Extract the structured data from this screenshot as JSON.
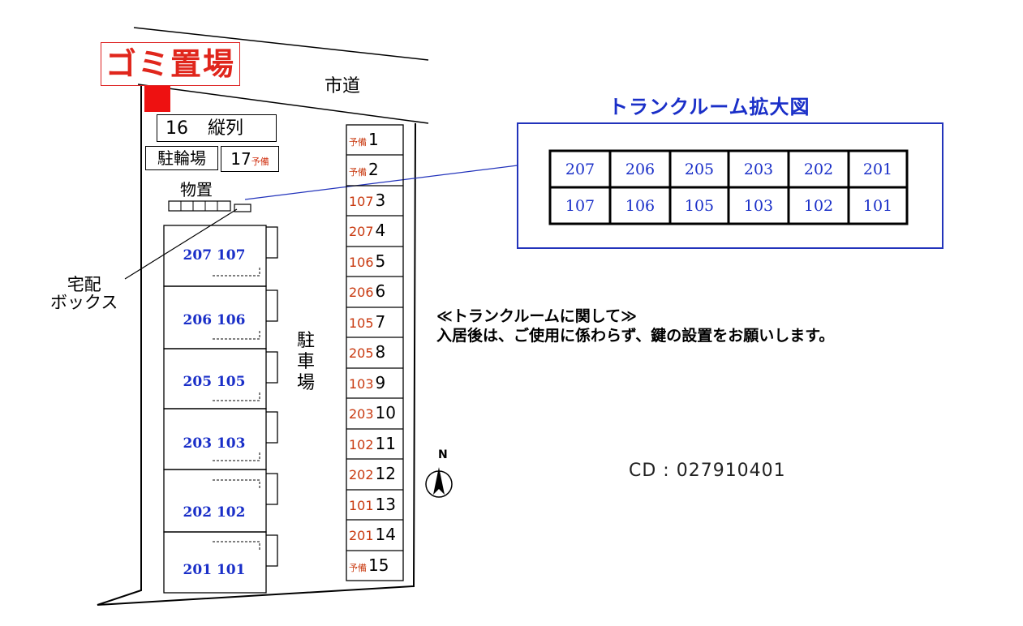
{
  "garbage_area": {
    "label": "ゴミ置場",
    "color": "#e0261c"
  },
  "road": {
    "label": "市道"
  },
  "vertical_parking": {
    "number": "16",
    "label": "縦列"
  },
  "bike_parking": {
    "label": "駐輪場"
  },
  "spare_17": {
    "number": "17",
    "tag": "予備"
  },
  "storage": {
    "label": "物置"
  },
  "delivery_box": {
    "line1": "宅配",
    "line2": "ボックス"
  },
  "units": [
    "207 107",
    "206 106",
    "205 105",
    "203 103",
    "202 102",
    "201 101"
  ],
  "parking_label": [
    "駐",
    "車",
    "場"
  ],
  "slots": [
    {
      "owner": "予備",
      "num": "1"
    },
    {
      "owner": "予備",
      "num": "2"
    },
    {
      "owner": "107",
      "num": "3"
    },
    {
      "owner": "207",
      "num": "4"
    },
    {
      "owner": "106",
      "num": "5"
    },
    {
      "owner": "206",
      "num": "6"
    },
    {
      "owner": "105",
      "num": "7"
    },
    {
      "owner": "205",
      "num": "8"
    },
    {
      "owner": "103",
      "num": "9"
    },
    {
      "owner": "203",
      "num": "10"
    },
    {
      "owner": "102",
      "num": "11"
    },
    {
      "owner": "202",
      "num": "12"
    },
    {
      "owner": "101",
      "num": "13"
    },
    {
      "owner": "201",
      "num": "14"
    },
    {
      "owner": "予備",
      "num": "15"
    }
  ],
  "trunk_room": {
    "title": "トランクルーム拡大図",
    "row1": [
      "207",
      "206",
      "205",
      "203",
      "202",
      "201"
    ],
    "row2": [
      "107",
      "106",
      "105",
      "103",
      "102",
      "101"
    ]
  },
  "notice": {
    "heading": "≪トランクルームに関して≫",
    "body": "入居後は、ご使用に係わらず、鍵の設置をお願いします。"
  },
  "code": "CD : 027910401",
  "compass": {
    "label": "N"
  },
  "colors": {
    "red": "#e0261c",
    "blue": "#1a2fc8",
    "orange": "#c8380e"
  }
}
